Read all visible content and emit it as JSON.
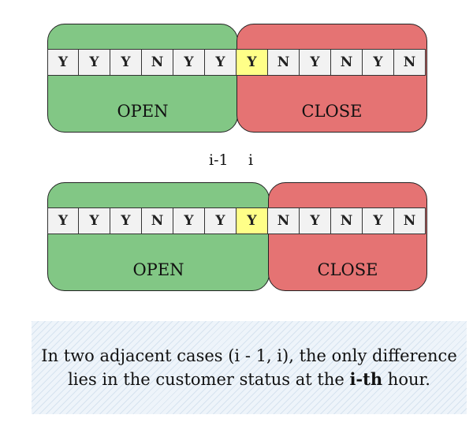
{
  "top": {
    "cells": [
      "Y",
      "Y",
      "Y",
      "N",
      "Y",
      "Y",
      "Y",
      "N",
      "Y",
      "N",
      "Y",
      "N"
    ],
    "open_label": "OPEN",
    "close_label": "CLOSE"
  },
  "index_labels": {
    "prev": "i-1",
    "curr": "i"
  },
  "bottom": {
    "cells": [
      "Y",
      "Y",
      "Y",
      "N",
      "Y",
      "Y",
      "Y",
      "N",
      "Y",
      "N",
      "Y",
      "N"
    ],
    "open_label": "OPEN",
    "close_label": "CLOSE"
  },
  "note": {
    "line1": "In two adjacent cases (i - 1, i), the only difference",
    "line2_prefix": "lies in the customer status at the ",
    "line2_bold": "i-th",
    "line2_suffix": " hour."
  },
  "colors": {
    "open": "#82c785",
    "close": "#e57373",
    "highlight": "#ffff88",
    "cell": "#f2f2f2"
  }
}
